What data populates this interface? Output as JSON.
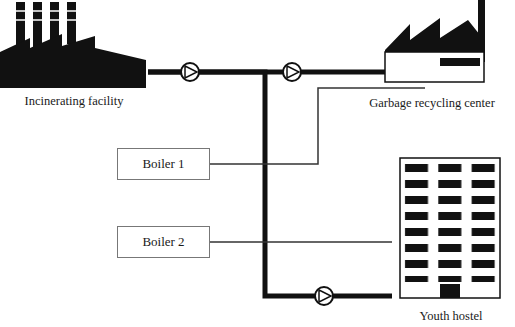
{
  "diagram": {
    "nodes": [
      {
        "text": [
          "Incinerating facility"
        ]
      },
      {
        "text": [
          "Garbage recycling center"
        ]
      },
      {
        "text": [
          "Boiler 1"
        ]
      },
      {
        "text": [
          "Boiler 2"
        ]
      },
      {
        "text": [
          "Youth hostel"
        ]
      }
    ],
    "edges": [
      {
        "from": 0,
        "to": 1,
        "arrow": "none"
      },
      {
        "from": 0,
        "to": 4,
        "arrow": "none"
      },
      {
        "from": 2,
        "to": 1,
        "arrow": "none"
      },
      {
        "from": 3,
        "to": 4,
        "arrow": "none"
      }
    ]
  }
}
